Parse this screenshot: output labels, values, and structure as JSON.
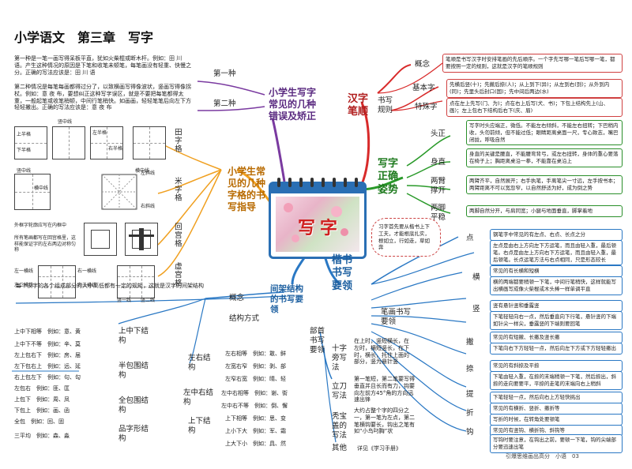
{
  "header": {
    "title": "小学语文　第三章　写字",
    "footer": "引爆思维画出高分　小语　03"
  },
  "center": {
    "word": "写字"
  },
  "mistakes": {
    "title": "小学生写字常见的几种错误及矫正",
    "first_label": "第一种",
    "second_label": "第二种",
    "first_text": "第一种是一笔一画写得呆板平直，犹如火柴棍或断木杆。例如：田 川 语。产生这种情况的原因是下笔和收笔未顿笔，每笔画没有轻重、快慢之分。正确的写法应该是：田 川 语",
    "second_text": "第二种情况是每笔每画都得过分了，以致横画写得像波状，竖画写得像拐杖。例如：意 夜 布，要想纠正这种写字误区，就是不要把每笔都得太重，一般起笔或收笔稍顿，中间行笔稍快。如画画，轻轻笔笔后向左下方轻轻撇出。正确的写法应该是：意 夜 布"
  },
  "grids": {
    "title": "小学生常见的几种字格的书写指导",
    "tianzige": "田字格",
    "mizige": "米字格",
    "huigongge": "回宫格",
    "xugongge": "虚宫格",
    "tian_labels": {
      "up": "上半格",
      "down": "下半格",
      "left": "左半格",
      "right": "右半格",
      "shu": "竖中线",
      "heng": "横中线"
    },
    "mi_labels": {
      "shu": "竖中线",
      "heng": "横中线",
      "left_diag": "左斜线",
      "right_diag": "右斜线"
    },
    "hui_labels": {
      "inner": "外框字轮廓应写在内框中",
      "outer": "所有笔画都写在回宫格里，这样能保证字的左右两边对称匀称"
    },
    "xu_labels": {
      "line1": "左一横线",
      "line2": "右一横线",
      "line3": "左二横线",
      "line4": "右二横线",
      "v1": "竖一线",
      "v2": "竖二线"
    }
  },
  "jiegou": {
    "intro": "每个汉字的各个组成部分的大小高低都有一定的规矩，这就是汉字的间架结构",
    "gainian": "概念",
    "jiegou_fangshi": "结构方式",
    "title": "间架结构的书写要领",
    "shangzhongxia": {
      "title": "上中下结构",
      "items": [
        "上中下相等　例如：意、黄",
        "上中下不等　例如：辛、莫"
      ]
    },
    "banbaowei": {
      "title": "半包围结构",
      "items": [
        "左上包右下　例如：房、届",
        "左下包右上　例如：远、延",
        "右上包左下　例如：句、勾"
      ]
    },
    "quanbaowei": {
      "title": "全包围结构",
      "items": [
        "左包右　例如：匪、匡",
        "上包下　例如：周、凤",
        "下包上　例如：画、函",
        "全包　例如：回、固"
      ]
    },
    "pinzixing": {
      "title": "品字形结构",
      "items": [
        "三平均　例如：森、淼"
      ]
    },
    "zuoyou": {
      "title": "左右结构",
      "items": [
        "左右相等　例如：敢、鲜",
        "左宽右窄　例如：剥、部",
        "左窄右宽　例如：晴、轻"
      ]
    },
    "zuozhongyou": {
      "title": "左中右结构",
      "items": [
        "左中右相等　例如：谢、街",
        "左中右不等　例如：倒、懈"
      ]
    },
    "shangxia": {
      "title": "上下结构",
      "items": [
        "上下相等　例如：思、变",
        "上小下大　例如：军、霜",
        "上大下小　例如：具、然"
      ]
    }
  },
  "bishun": {
    "title": "汉字笔顺",
    "gainian": "概念",
    "gainian_text": "笔顺是书写汉字时安排笔画的先后顺序。一个字先写哪一笔后写哪一笔，都要按照一定的规则，这就是汉字的笔顺规则",
    "guize": "书写规则",
    "jibenzi": "基本字",
    "jibenzi_text": "先横后竖(十)；先撇后捺(人)；从上到下(异)；从左到右(到)；从外到内(同)；先里头后封口(国)；先中间后两边(水)",
    "teshuzi": "特殊字",
    "teshuzi_text": "点在左上先写(门、为)；点在右上后写(犬、书)；下包上结构先上(山、画)；左上包右下结构后右下(庆、眉)"
  },
  "zishi": {
    "title": "写字正确姿势",
    "touzheng": "头正",
    "touzheng_text": "写字时头应端正，微低。不能左右倾斜，不能左右扭转；下巴稍内收，头勿前倾，但不能过低；眼睛距离桌面一尺，专心致志，嘴巴闭拢，呼吸自然",
    "shenzhi": "身直",
    "shenzhi_text": "身直的关键是腰直，不能腰弯背弓，或左右扭转，身体的重心要落在椅子上；胸距离桌沿一拳，不能靠在桌沿上",
    "liangbi": "两臂撑开",
    "liangbi_text": "两臂齐平，自然展开；右手执笔，手离笔尖一寸远，左手按书本；两臂距离不可以宽忽窄，以自然舒适为好，成为倒之势",
    "liangjiao": "两脚平稳",
    "liangjiao_text": "两脚自然分开，与肩同宽；小腿与地面垂直，脚掌着地"
  },
  "kaishu": {
    "title": "楷书书写要领",
    "note": "习字首先要从楷书上下工夫，才能根底扎实，根如立，行如走，草如奔",
    "bihua": "笔画书写要领",
    "bushou": "部首书写要领",
    "dian": "点",
    "dian_text1": "钢笔字中常见的有左点、右点、长点之分",
    "dian_text2": "左点是由右上方向左下方运笔，而且由轻入重，最后顿笔。右点是由左上方向右下方运笔，而且由轻入重，最后顿笔。长点运笔方法与右点相同，只是形态较长",
    "heng": "横",
    "heng_text1": "常见的有长横和短横",
    "heng_text2": "横的两端都要稍顿一下笔，中间行笔稍快，这样就能写出横画写成像火柴棍或木头棒一样单调平直",
    "shu": "竖",
    "shu_text1": "竖有悬针竖和垂露竖",
    "shu_text2": "下笔轻轻向右一点，然后垂直向下行笔，悬针竖的下端如针尖一样尖，垂露竖的下端则要回笔",
    "pie": "撇",
    "pie_text1": "常见的有短撇、长撇及竖长撇",
    "pie_text2": "下笔向右下方轻轻一点，然后向左下方或下方轻轻撇出",
    "na": "捺",
    "na_text1": "常见的有斜捺及平捺",
    "na_text2": "下笔由轻入重，在捺的末端稍顿一下笔，然后捺出，斜捺的走向要要平，平捺的走笔的末端向右上稍斜",
    "ti": "提",
    "ti_text": "下笔轻轻一点，然后向右上方轻快挑出",
    "zhe": "折",
    "zhe_text": "常见的有横折、竖折、撇折等",
    "zhe_text2": "写折的时候，在转角处要顿笔",
    "gou": "钩",
    "gou_text1": "常见的有竖钩、横折钩、斜钩等",
    "gou_text2": "写钩时要注意，在钩出之前，要顿一下笔，钩的尖端部分要迅速出笔",
    "shizi": "十字旁写法",
    "shizi_text": "在上时，竖短横长，在左时，横短竖长，在下时，横长，托住上面的部分，竖为悬针竖",
    "lidao": "立刀写法",
    "lidao_text": "第一笔短，第二笔要写得垂直并且长而有力，钩要向左前方45°角的方向迅速出锋",
    "tubao": "秃宝盖的写法",
    "tubao_text": "大约占整个字的四分之一，第一笔为左点，第二笔横钩要长，钩出之笔有如“小鸟叼胸”状",
    "qita": "其他",
    "qita_text": "详见《学习手册》"
  }
}
